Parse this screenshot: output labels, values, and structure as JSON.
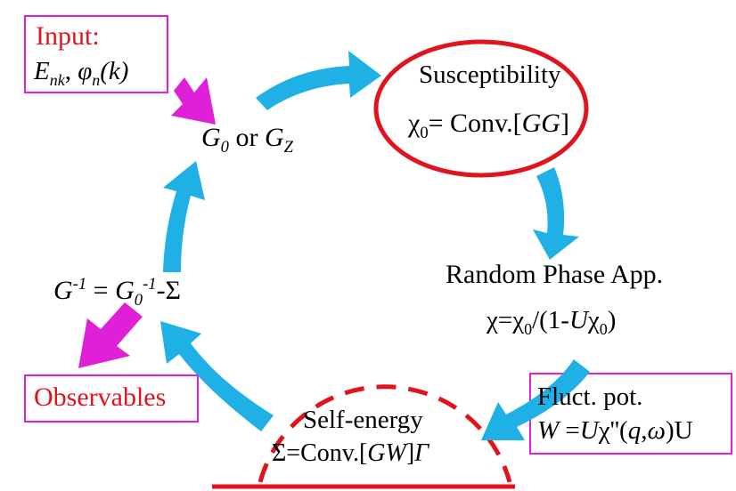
{
  "input_box": {
    "title": "Input:",
    "E": "E",
    "E_sub": "nk",
    "phi": "φ",
    "phi_sub": "n",
    "phi_arg": "(k)"
  },
  "g0_node": {
    "g0": "G",
    "g0_sub": "0",
    "or": " or ",
    "gz": "G",
    "gz_sub": "Z"
  },
  "susceptibility_node": {
    "title": "Susceptibility",
    "chi": "χ",
    "chi_sub": "0",
    "eq": "= Conv.[",
    "gg": "GG",
    "close": "]"
  },
  "rpa_node": {
    "title": "Random Phase App.",
    "formula_a": "χ=χ",
    "sub0a": "0",
    "formula_b": "/(1-",
    "u": "U",
    "formula_c": "χ",
    "sub0b": "0",
    "formula_d": ")"
  },
  "dyson_node": {
    "g": "G",
    "g_sup": "-1",
    "eq": " = ",
    "g0": "G",
    "g0_sub": "0",
    "g0_sup": "-1",
    "tail": "-Σ"
  },
  "observables_box": {
    "label": "Observables"
  },
  "self_energy_node": {
    "title": "Self-energy",
    "sigma": "Σ=Conv.[",
    "gw": "GW",
    "close": "]",
    "gamma": "Γ"
  },
  "fluct_box": {
    "title": "Fluct. pot.",
    "w": "W",
    "eq": " =",
    "u": "U",
    "chi": "χ''(",
    "q": "q",
    "comma": ",",
    "omega": "ω",
    "tail": ")U"
  },
  "colors": {
    "cycle_arrow": "#1fb0e6",
    "magenta": "#e020d8",
    "red": "#e0141e"
  }
}
